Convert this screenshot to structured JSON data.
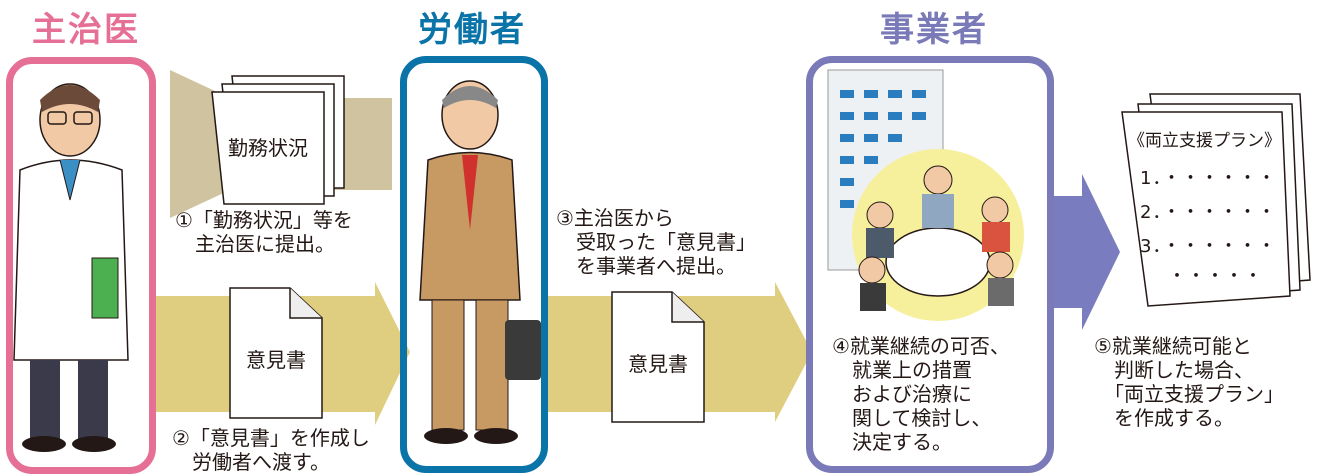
{
  "colors": {
    "doctor": "#e67095",
    "worker": "#0a74a8",
    "employer": "#7a7ab8",
    "arrow_back": "#c8b88e",
    "arrow_fwd": "#d9c66a",
    "arrow_employer": "#7a7cc0"
  },
  "roles": {
    "doctor": "主治医",
    "worker": "労働者",
    "employer": "事業者"
  },
  "docs": {
    "work_status": "勤務状況",
    "opinion_1": "意見書",
    "opinion_2": "意見書"
  },
  "steps": {
    "s1": "①「勤務状況」等を\n　主治医に提出。",
    "s2": "②「意見書」を作成し\n　労働者へ渡す。",
    "s3": "③主治医から\n　受取った「意見書」\n　を事業者へ提出。",
    "s4": "④就業継続の可否、\n　就業上の措置\n　および治療に\n　関して検討し、\n　決定する。",
    "s5": "⑤就業継続可能と\n　判断した場合、\n　「両立支援プラン」\n　を作成する。"
  },
  "plan": {
    "title": "《両立支援プラン》",
    "lines": [
      "1．・・・・・・",
      "2．・・・・・・",
      "3．・・・・・・",
      "・・・・・"
    ]
  },
  "icons": {
    "doctor": "doctor-illustration-icon",
    "worker": "businessman-illustration-icon",
    "building": "office-building-icon",
    "meeting": "meeting-illustration-icon"
  }
}
